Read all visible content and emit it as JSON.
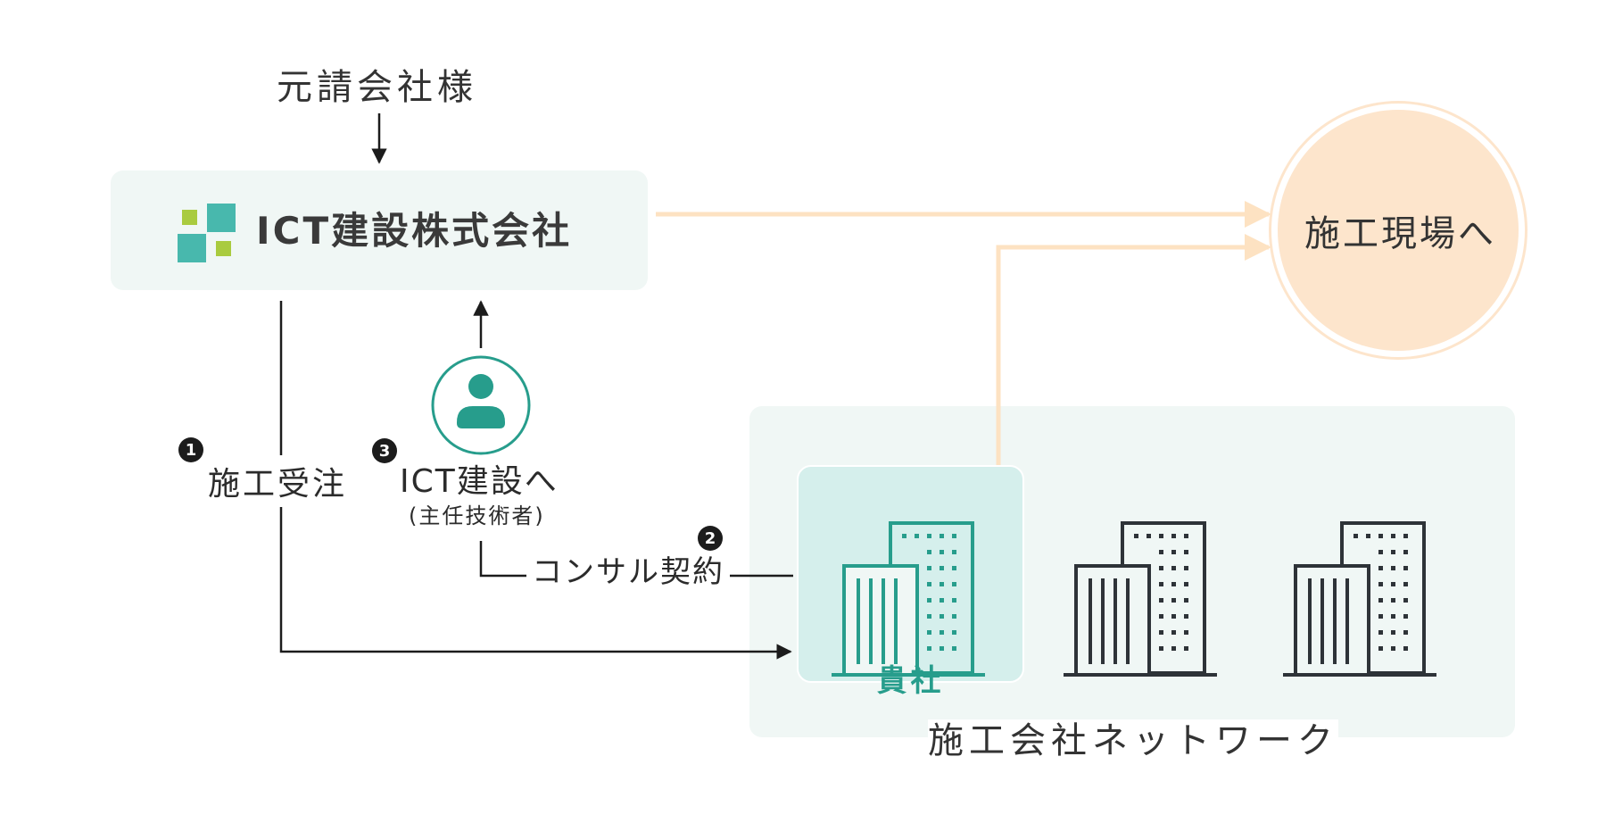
{
  "client": {
    "label": "元請会社様"
  },
  "ict_company": {
    "name": "ICT建設株式会社"
  },
  "site": {
    "label": "施工現場へ"
  },
  "steps": [
    {
      "number": "1",
      "label": "施工受注"
    },
    {
      "number": "2",
      "label": "コンサル契約"
    },
    {
      "number": "3",
      "label": "ICT建設へ",
      "sub": "(主任技術者)"
    }
  ],
  "your_company": {
    "label": "貴社"
  },
  "network": {
    "label": "施工会社ネットワーク"
  },
  "colors": {
    "teal": "#279d8c",
    "logo_green": "#a9cb3f",
    "logo_teal": "#48b8ad",
    "peach_line": "#fde2c2",
    "peach_circle": "#fde5cc",
    "panel_bg": "#f0f7f5",
    "building_dark": "#2e3338"
  },
  "icons": {
    "logo": "ict-logo-squares",
    "person": "person-circle-icon",
    "building": "office-building-icon"
  }
}
